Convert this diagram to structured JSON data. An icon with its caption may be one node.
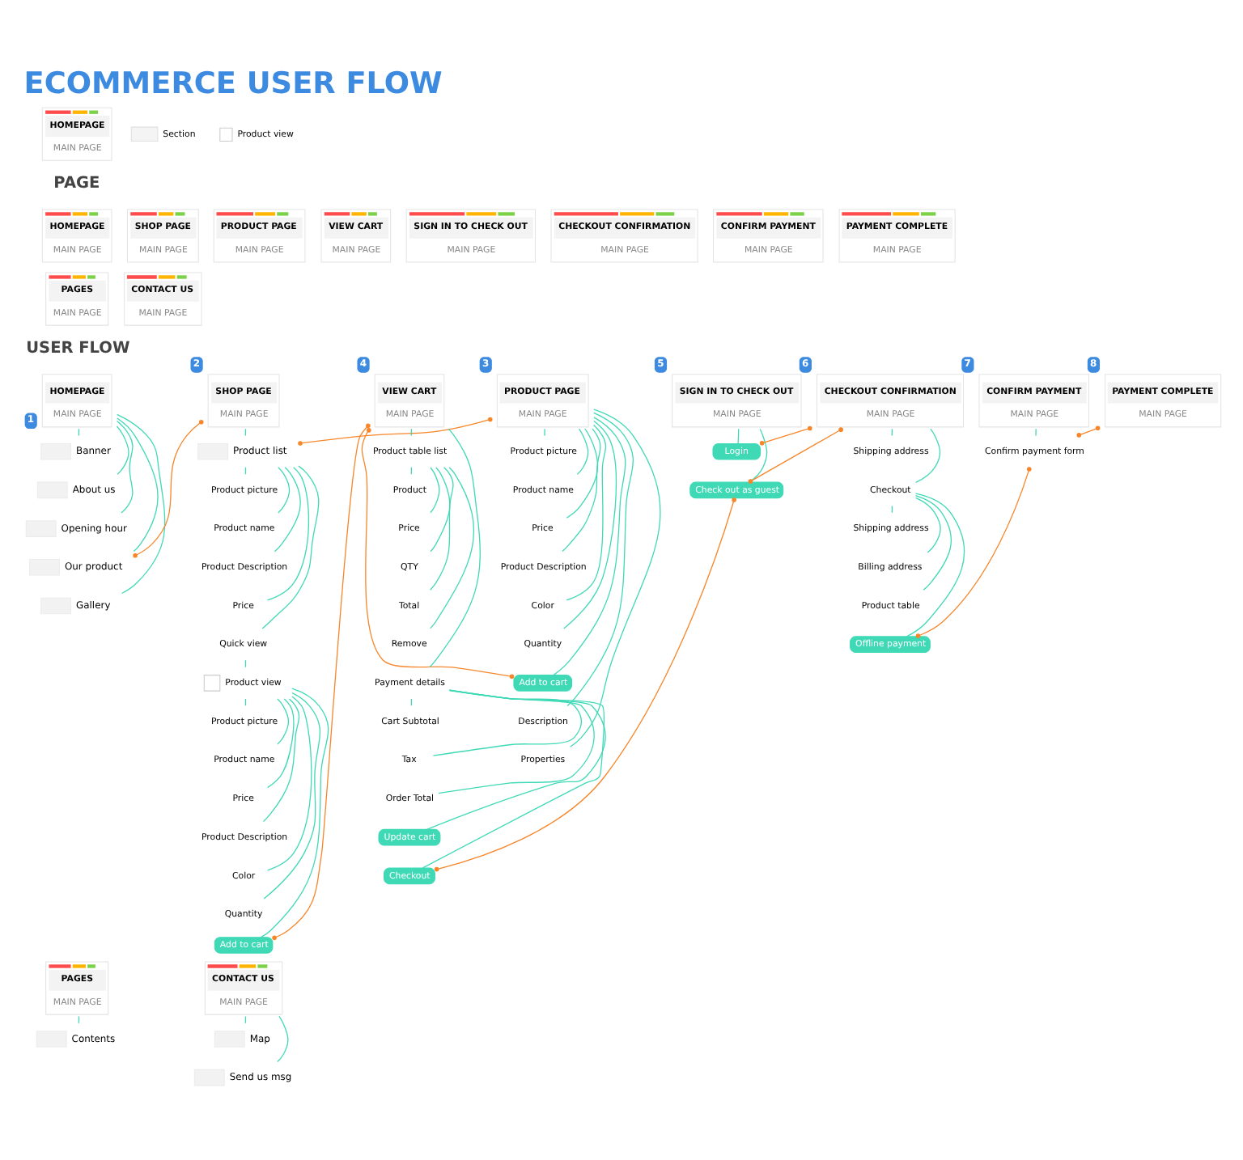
{
  "diagram": {
    "title": "ECOMMERCE USER FLOW",
    "nodes": [
      {
        "text": [
          "HOMEPAGE",
          "MAIN PAGE"
        ]
      },
      {
        "text": [
          "HOMEPAGE",
          "MAIN PAGE"
        ]
      },
      {
        "text": [
          "SHOP PAGE",
          "MAIN PAGE"
        ]
      },
      {
        "text": [
          "PRODUCT PAGE",
          "MAIN PAGE"
        ]
      },
      {
        "text": [
          "VIEW CART",
          "MAIN PAGE"
        ]
      },
      {
        "text": [
          "SIGN IN TO CHECK OUT",
          "MAIN PAGE"
        ]
      },
      {
        "text": [
          "CHECKOUT CONFIRMATION",
          "MAIN PAGE"
        ]
      },
      {
        "text": [
          "CONFIRM PAYMENT",
          "MAIN PAGE"
        ]
      },
      {
        "text": [
          "PAYMENT COMPLETE",
          "MAIN PAGE"
        ]
      },
      {
        "text": [
          "PAGES",
          "MAIN PAGE"
        ]
      },
      {
        "text": [
          "CONTACT US",
          "MAIN PAGE"
        ]
      },
      {
        "text": [
          "HOMEPAGE",
          "MAIN PAGE"
        ],
        "beside": [
          "1"
        ]
      },
      {
        "text": [
          "Banner"
        ]
      },
      {
        "text": [
          "About us"
        ]
      },
      {
        "text": [
          "Opening hour"
        ]
      },
      {
        "text": [
          "Our product"
        ]
      },
      {
        "text": [
          "Gallery"
        ]
      },
      {
        "text": [
          "SHOP PAGE",
          "MAIN PAGE"
        ],
        "beside": [
          "2"
        ]
      },
      {
        "text": [
          "Product list"
        ]
      },
      {
        "text": [
          "Product picture"
        ]
      },
      {
        "text": [
          "Product name"
        ]
      },
      {
        "text": [
          "Product Description"
        ]
      },
      {
        "text": [
          "Price"
        ]
      },
      {
        "text": [
          "Quick view"
        ]
      },
      {
        "text": [
          "Product view"
        ]
      },
      {
        "text": [
          "Product picture"
        ]
      },
      {
        "text": [
          "Product name"
        ]
      },
      {
        "text": [
          "Price"
        ]
      },
      {
        "text": [
          "Product Description"
        ]
      },
      {
        "text": [
          "Color"
        ]
      },
      {
        "text": [
          "Quantity"
        ]
      },
      {
        "text": [
          "Add to cart"
        ]
      },
      {
        "text": [
          "PRODUCT PAGE",
          "MAIN PAGE"
        ],
        "beside": [
          "3"
        ]
      },
      {
        "text": [
          "Product picture"
        ]
      },
      {
        "text": [
          "Product name"
        ]
      },
      {
        "text": [
          "Price"
        ]
      },
      {
        "text": [
          "Product Description"
        ]
      },
      {
        "text": [
          "Color"
        ]
      },
      {
        "text": [
          "Quantity"
        ]
      },
      {
        "text": [
          "Add to cart"
        ]
      },
      {
        "text": [
          "Description"
        ]
      },
      {
        "text": [
          "Properties"
        ]
      },
      {
        "text": [
          "VIEW CART",
          "MAIN PAGE"
        ],
        "beside": [
          "4"
        ]
      },
      {
        "text": [
          "Product table list"
        ]
      },
      {
        "text": [
          "Product"
        ]
      },
      {
        "text": [
          "Price"
        ]
      },
      {
        "text": [
          "QTY"
        ]
      },
      {
        "text": [
          "Total"
        ]
      },
      {
        "text": [
          "Remove"
        ]
      },
      {
        "text": [
          "Payment details"
        ]
      },
      {
        "text": [
          "Cart Subtotal"
        ]
      },
      {
        "text": [
          "Tax"
        ]
      },
      {
        "text": [
          "Order Total"
        ]
      },
      {
        "text": [
          "Update cart"
        ]
      },
      {
        "text": [
          "Checkout"
        ]
      },
      {
        "text": [
          "SIGN IN TO CHECK OUT",
          "MAIN PAGE"
        ],
        "beside": [
          "5"
        ]
      },
      {
        "text": [
          "Login"
        ]
      },
      {
        "text": [
          "Check out as guest"
        ]
      },
      {
        "text": [
          "CHECKOUT CONFIRMATION",
          "MAIN PAGE"
        ],
        "beside": [
          "6"
        ]
      },
      {
        "text": [
          "Shipping address"
        ]
      },
      {
        "text": [
          "Checkout"
        ]
      },
      {
        "text": [
          "Shipping address"
        ]
      },
      {
        "text": [
          "Billing address"
        ]
      },
      {
        "text": [
          "Product table"
        ]
      },
      {
        "text": [
          "Offline payment"
        ]
      },
      {
        "text": [
          "CONFIRM PAYMENT",
          "MAIN PAGE"
        ],
        "beside": [
          "7"
        ]
      },
      {
        "text": [
          "Confirm payment form"
        ]
      },
      {
        "text": [
          "PAYMENT COMPLETE",
          "MAIN PAGE"
        ],
        "beside": [
          "8"
        ]
      },
      {
        "text": [
          "PAGES",
          "MAIN PAGE"
        ]
      },
      {
        "text": [
          "Contents"
        ]
      },
      {
        "text": [
          "CONTACT US",
          "MAIN PAGE"
        ]
      },
      {
        "text": [
          "Map"
        ]
      },
      {
        "text": [
          "Send us msg"
        ]
      }
    ],
    "edges": [
      {
        "from": 11,
        "to": 12,
        "arrow": "none"
      },
      {
        "from": 11,
        "to": 13,
        "arrow": "none"
      },
      {
        "from": 11,
        "to": 14,
        "arrow": "none"
      },
      {
        "from": 11,
        "to": 15,
        "arrow": "none"
      },
      {
        "from": 11,
        "to": 16,
        "arrow": "none"
      },
      {
        "from": 15,
        "to": 17,
        "arrow": "other",
        "color": "#f7862a"
      },
      {
        "from": 17,
        "to": 18,
        "arrow": "none"
      },
      {
        "from": 18,
        "to": 19,
        "arrow": "none"
      },
      {
        "from": 18,
        "to": 20,
        "arrow": "none"
      },
      {
        "from": 18,
        "to": 21,
        "arrow": "none"
      },
      {
        "from": 18,
        "to": 22,
        "arrow": "none"
      },
      {
        "from": 18,
        "to": 23,
        "arrow": "none"
      },
      {
        "from": 23,
        "to": 24,
        "arrow": "none"
      },
      {
        "from": 24,
        "to": 25,
        "arrow": "none"
      },
      {
        "from": 24,
        "to": 26,
        "arrow": "none"
      },
      {
        "from": 24,
        "to": 27,
        "arrow": "none"
      },
      {
        "from": 24,
        "to": 28,
        "arrow": "none"
      },
      {
        "from": 24,
        "to": 29,
        "arrow": "none"
      },
      {
        "from": 24,
        "to": 30,
        "arrow": "none"
      },
      {
        "from": 24,
        "to": 31,
        "arrow": "none"
      },
      {
        "from": 18,
        "to": 32,
        "arrow": "other",
        "color": "#f7862a"
      },
      {
        "from": 32,
        "to": 33,
        "arrow": "none"
      },
      {
        "from": 32,
        "to": 34,
        "arrow": "none"
      },
      {
        "from": 32,
        "to": 35,
        "arrow": "none"
      },
      {
        "from": 32,
        "to": 36,
        "arrow": "none"
      },
      {
        "from": 32,
        "to": 37,
        "arrow": "none"
      },
      {
        "from": 32,
        "to": 38,
        "arrow": "none"
      },
      {
        "from": 32,
        "to": 39,
        "arrow": "none"
      },
      {
        "from": 32,
        "to": 40,
        "arrow": "none"
      },
      {
        "from": 32,
        "to": 41,
        "arrow": "none"
      },
      {
        "from": 39,
        "to": 42,
        "arrow": "other",
        "color": "#f7862a"
      },
      {
        "from": 31,
        "to": 42,
        "arrow": "other",
        "color": "#f7862a"
      },
      {
        "from": 42,
        "to": 43,
        "arrow": "none"
      },
      {
        "from": 43,
        "to": 44,
        "arrow": "none"
      },
      {
        "from": 43,
        "to": 45,
        "arrow": "none"
      },
      {
        "from": 43,
        "to": 46,
        "arrow": "none"
      },
      {
        "from": 43,
        "to": 47,
        "arrow": "none"
      },
      {
        "from": 43,
        "to": 48,
        "arrow": "none"
      },
      {
        "from": 42,
        "to": 49,
        "arrow": "none"
      },
      {
        "from": 49,
        "to": 50,
        "arrow": "none"
      },
      {
        "from": 49,
        "to": 51,
        "arrow": "none"
      },
      {
        "from": 49,
        "to": 52,
        "arrow": "none"
      },
      {
        "from": 49,
        "to": 53,
        "arrow": "none"
      },
      {
        "from": 49,
        "to": 54,
        "arrow": "none"
      },
      {
        "from": 54,
        "to": 57,
        "arrow": "other",
        "color": "#f7862a"
      },
      {
        "from": 55,
        "to": 56,
        "arrow": "none"
      },
      {
        "from": 55,
        "to": 57,
        "arrow": "none"
      },
      {
        "from": 56,
        "to": 58,
        "arrow": "other",
        "color": "#f7862a"
      },
      {
        "from": 57,
        "to": 58,
        "arrow": "other",
        "color": "#f7862a"
      },
      {
        "from": 58,
        "to": 59,
        "arrow": "none"
      },
      {
        "from": 58,
        "to": 60,
        "arrow": "none"
      },
      {
        "from": 60,
        "to": 61,
        "arrow": "none"
      },
      {
        "from": 60,
        "to": 62,
        "arrow": "none"
      },
      {
        "from": 60,
        "to": 63,
        "arrow": "none"
      },
      {
        "from": 60,
        "to": 64,
        "arrow": "none"
      },
      {
        "from": 64,
        "to": 66,
        "arrow": "other",
        "color": "#f7862a"
      },
      {
        "from": 65,
        "to": 66,
        "arrow": "none"
      },
      {
        "from": 66,
        "to": 67,
        "arrow": "other",
        "color": "#f7862a"
      },
      {
        "from": 68,
        "to": 69,
        "arrow": "none"
      },
      {
        "from": 70,
        "to": 71,
        "arrow": "none"
      },
      {
        "from": 70,
        "to": 72,
        "arrow": "none"
      }
    ],
    "labels": [
      "PAGE",
      "USER FLOW"
    ],
    "legend": [
      {
        "text": "Section"
      },
      {
        "text": "Product view"
      }
    ]
  }
}
